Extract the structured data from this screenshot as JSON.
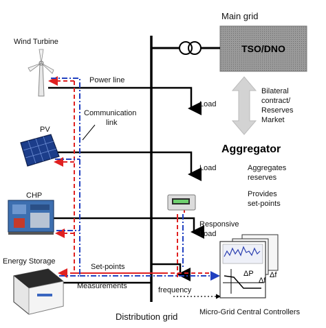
{
  "main_grid": {
    "label": "Main grid",
    "operator": "TSO/DNO"
  },
  "market": {
    "lines": [
      "Bilateral",
      "contract/",
      "Reserves",
      "Market"
    ]
  },
  "aggregator": {
    "title": "Aggregator",
    "role1": [
      "Aggregates",
      "reserves"
    ],
    "role2": [
      "Provides",
      "set-points"
    ]
  },
  "sources": {
    "wind": "Wind Turbine",
    "pv": "PV",
    "chp": "CHP",
    "storage": "Energy Storage"
  },
  "links": {
    "power_line": "Power line",
    "communication": [
      "Communication",
      "link"
    ],
    "setpoints": "Set-points",
    "measurements": "Measurements",
    "frequency": "frequency"
  },
  "loads": {
    "load1": "Load",
    "load2": "Load",
    "responsive": [
      "Responsive",
      "Load"
    ]
  },
  "controller": {
    "delta_p": "ΔP",
    "delta_f1": "Δf",
    "delta_f2": "Δf",
    "label": "Micro-Grid Central Controllers"
  },
  "distribution_grid": "Distribution grid",
  "colors": {
    "power": "#000000",
    "setpoint_signal": "#e02020",
    "measure_signal": "#2040c0",
    "tso_box": "#8c8c8c",
    "market_arrow": "#cfcfcf"
  }
}
